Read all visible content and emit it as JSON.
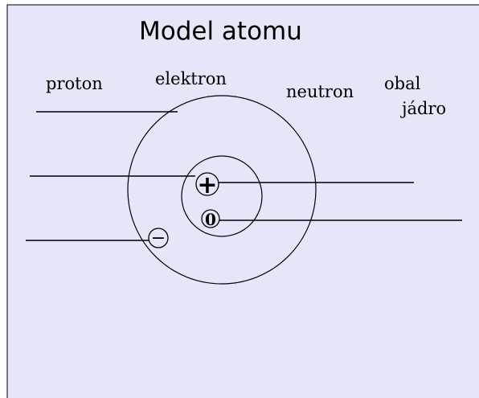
{
  "title": "Model atomu",
  "labels": {
    "proton": "proton",
    "elektron": "elektron",
    "neutron": "neutron",
    "obal": "obal",
    "jadro": "jádro"
  },
  "symbols": {
    "proton": "+",
    "electron": "−",
    "neutron": "0"
  },
  "colors": {
    "background": "#e5e6f7",
    "stroke": "#000000"
  }
}
